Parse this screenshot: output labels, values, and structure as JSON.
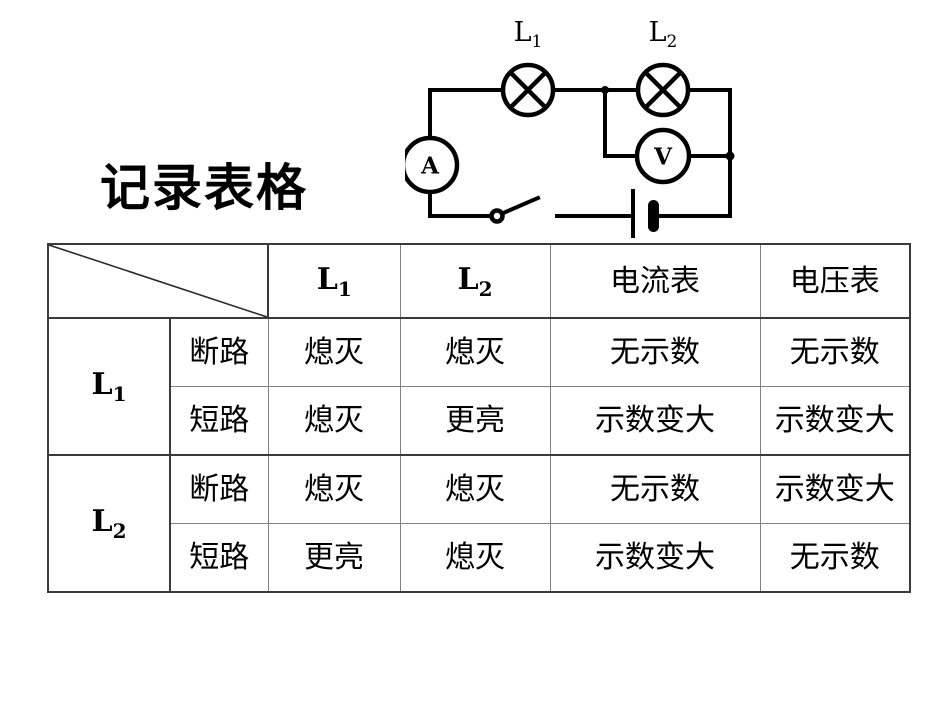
{
  "page": {
    "title": "记录表格"
  },
  "circuit": {
    "lamp1_label": "L",
    "lamp1_sub": "1",
    "lamp2_label": "L",
    "lamp2_sub": "2",
    "ammeter_symbol": "A",
    "voltmeter_symbol": "V",
    "components": [
      "lamp-L1",
      "lamp-L2",
      "ammeter",
      "voltmeter",
      "switch",
      "battery"
    ]
  },
  "table": {
    "corner_header": "",
    "column_headers": [
      {
        "text": "L",
        "sub": "1",
        "style": "sans-bold"
      },
      {
        "text": "L",
        "sub": "2",
        "style": "sans-bold"
      },
      {
        "text": "电流表",
        "sub": "",
        "style": "serif"
      },
      {
        "text": "电压表",
        "sub": "",
        "style": "serif"
      }
    ],
    "row_groups": [
      {
        "label": "L",
        "label_sub": "1",
        "rows": [
          {
            "condition": "断路",
            "values": [
              {
                "text": "熄灭",
                "color": "black"
              },
              {
                "text": "熄灭",
                "color": "black"
              },
              {
                "text": "无示数",
                "color": "black"
              },
              {
                "text": "无示数",
                "color": "orange"
              }
            ]
          },
          {
            "condition": "短路",
            "values": [
              {
                "text": "熄灭",
                "color": "black"
              },
              {
                "text": "更亮",
                "color": "blue"
              },
              {
                "text": "示数变大",
                "color": "black"
              },
              {
                "text": "示数变大",
                "color": "green"
              }
            ]
          }
        ]
      },
      {
        "label": "L",
        "label_sub": "2",
        "rows": [
          {
            "condition": "断路",
            "values": [
              {
                "text": "熄灭",
                "color": "black"
              },
              {
                "text": "熄灭",
                "color": "black"
              },
              {
                "text": "无示数",
                "color": "black"
              },
              {
                "text": "示数变大",
                "color": "green"
              }
            ]
          },
          {
            "condition": "短路",
            "values": [
              {
                "text": "更亮",
                "color": "blue"
              },
              {
                "text": "熄灭",
                "color": "black"
              },
              {
                "text": "示数变大",
                "color": "black"
              },
              {
                "text": "无示数",
                "color": "orange"
              }
            ]
          }
        ]
      }
    ]
  },
  "colors": {
    "black": "#000000",
    "blue": "#0000D2",
    "orange": "#E8400C",
    "green": "#A8CC25",
    "grid": "#808080",
    "frame": "#3a3a3a"
  }
}
